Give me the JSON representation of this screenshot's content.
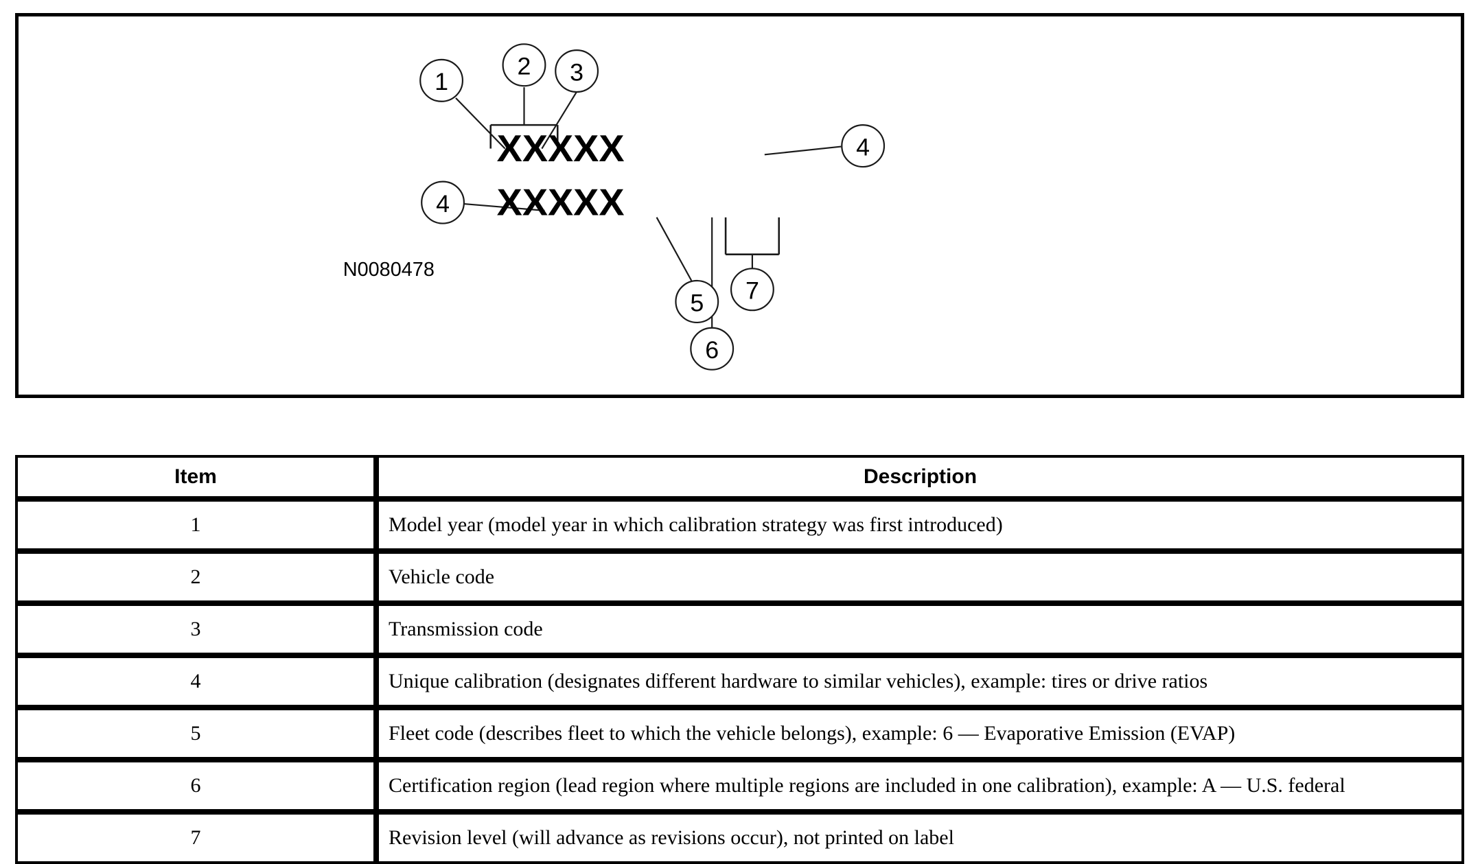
{
  "figure": {
    "id_label": "N0080478",
    "code_row_upper": "XXXXX",
    "code_row_lower": "XXXXX",
    "callouts": [
      {
        "number": "1"
      },
      {
        "number": "2"
      },
      {
        "number": "3"
      },
      {
        "number": "4"
      },
      {
        "number": "4"
      },
      {
        "number": "5"
      },
      {
        "number": "6"
      },
      {
        "number": "7"
      }
    ]
  },
  "table": {
    "headers": {
      "item": "Item",
      "description": "Description"
    },
    "rows": [
      {
        "item": "1",
        "description": "Model year (model year in which calibration strategy was first introduced)"
      },
      {
        "item": "2",
        "description": "Vehicle code"
      },
      {
        "item": "3",
        "description": "Transmission code"
      },
      {
        "item": "4",
        "description": "Unique calibration (designates different hardware to similar vehicles), example: tires or drive ratios"
      },
      {
        "item": "5",
        "description": "Fleet code (describes fleet to which the vehicle belongs), example: 6 — Evaporative Emission (EVAP)"
      },
      {
        "item": "6",
        "description": "Certification region (lead region where multiple regions are included in one calibration), example: A — U.S. federal"
      },
      {
        "item": "7",
        "description": "Revision level (will advance as revisions occur), not printed on label"
      }
    ]
  },
  "colors": {
    "border": "#000000",
    "line": "#1a1a1a",
    "background": "#ffffff"
  }
}
